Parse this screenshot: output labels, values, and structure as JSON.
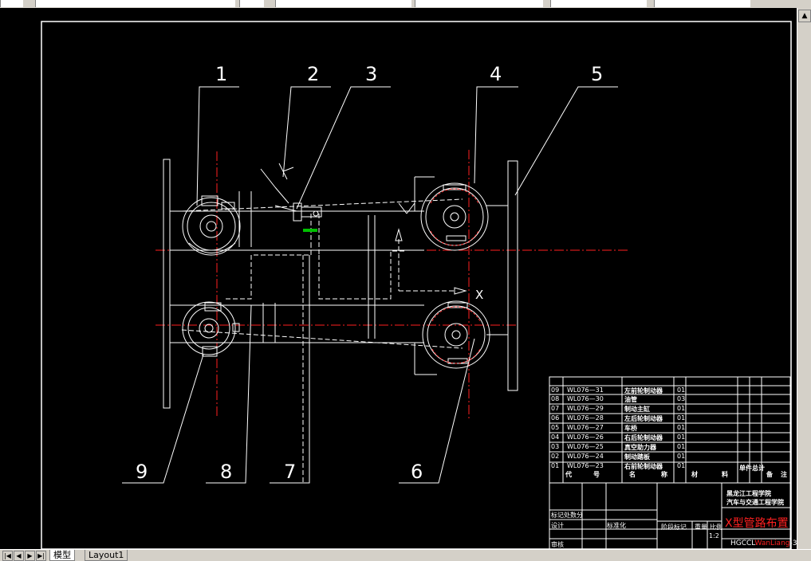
{
  "drawing": {
    "callouts": [
      "1",
      "2",
      "3",
      "4",
      "5",
      "6",
      "7",
      "8",
      "9"
    ],
    "axis_label": "X",
    "colors": {
      "frame": "#ffffff",
      "centerline": "#ff2020",
      "accent": "#00c000",
      "title": "#ff2020"
    }
  },
  "parts_list": {
    "rows": [
      {
        "no": "09",
        "code": "WL076—31",
        "name": "左前轮制动器",
        "qty": "01"
      },
      {
        "no": "08",
        "code": "WL076—30",
        "name": "油管",
        "qty": "03"
      },
      {
        "no": "07",
        "code": "WL076—29",
        "name": "制动主缸",
        "qty": "01"
      },
      {
        "no": "06",
        "code": "WL076—28",
        "name": "左后轮制动器",
        "qty": "01"
      },
      {
        "no": "05",
        "code": "WL076—27",
        "name": "车桥",
        "qty": "01"
      },
      {
        "no": "04",
        "code": "WL076—26",
        "name": "右后轮制动器",
        "qty": "01"
      },
      {
        "no": "03",
        "code": "WL076—25",
        "name": "真空助力器",
        "qty": "01"
      },
      {
        "no": "02",
        "code": "WL076—24",
        "name": "制动踏板",
        "qty": "01"
      },
      {
        "no": "01",
        "code": "WL076—23",
        "name": "右前轮制动器",
        "qty": "01"
      }
    ],
    "header": {
      "col1": "代",
      "col2": "号",
      "col3": "名",
      "col4": "称",
      "col5": "材",
      "col6": "料",
      "col7": "单件",
      "col8": "总计",
      "col9": "备",
      "col10": "注"
    }
  },
  "title_block": {
    "school": "黑龙江工程学院",
    "dept": "汽车与交通工程学院",
    "drawing_title": "X型管路布置",
    "code": "HGCCL",
    "code_red": "WanLiang",
    "sheet": "-3",
    "mark_label": "标记处数分",
    "design": "设计",
    "stdz": "标准化",
    "review": "审核",
    "stage": "阶段标记",
    "weight": "重量",
    "scale_label": "比例",
    "scale": "1:2"
  },
  "tabs": [
    "模型",
    "Layout1"
  ]
}
